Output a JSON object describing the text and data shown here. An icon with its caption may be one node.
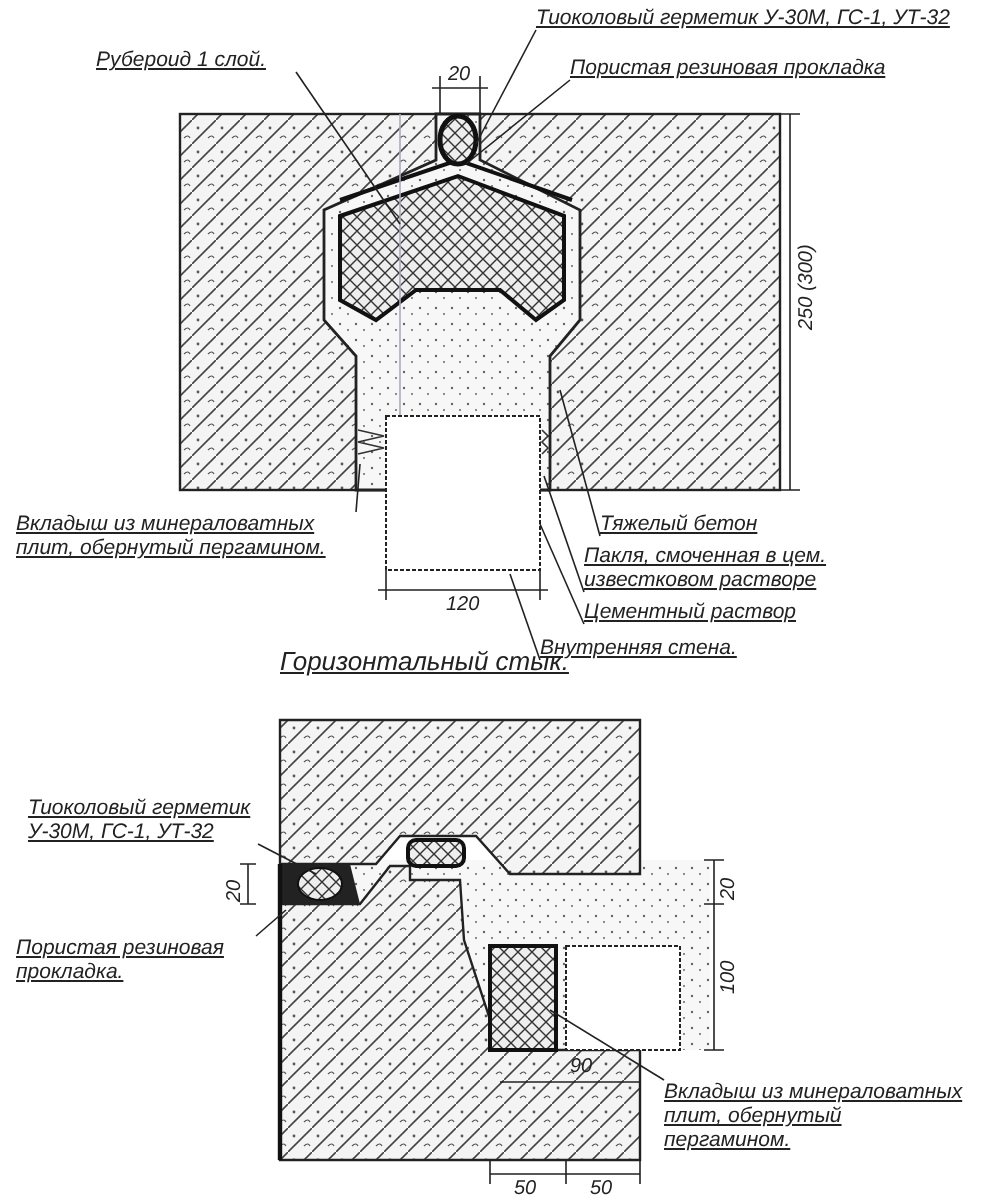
{
  "diagram": {
    "nodes": [
      {
        "text": [
          "Тиоколовый герметик У-30М, ГС-1, УТ-32"
        ]
      },
      {
        "text": [
          "Пористая резиновая прокладка"
        ]
      },
      {
        "text": [
          "Рубероид 1 слой."
        ]
      },
      {
        "text": [
          "Тяжелый бетон"
        ]
      },
      {
        "text": [
          "Вкладыш из минераловатных плит, обернутый пергамином."
        ]
      },
      {
        "text": [
          "Пакля, смоченная в цем. известковом растворе"
        ]
      },
      {
        "text": [
          "Цементный раствор"
        ]
      },
      {
        "text": [
          "Внутренняя стена."
        ]
      },
      {
        "text": [
          "Тиоколовый герметик У-30М, ГС-1, УТ-32"
        ]
      },
      {
        "text": [
          "Пористая резиновая прокладка."
        ]
      },
      {
        "text": [
          "Вкладыш из минераловатных плит, обернутый пергамином."
        ]
      }
    ],
    "edges": [
      {
        "from": 0,
        "to": null,
        "arrow": "none"
      },
      {
        "from": 1,
        "to": null,
        "arrow": "none"
      },
      {
        "from": 2,
        "to": null,
        "arrow": "none"
      },
      {
        "from": 3,
        "to": null,
        "arrow": "none"
      },
      {
        "from": 4,
        "to": null,
        "arrow": "none"
      },
      {
        "from": 5,
        "to": null,
        "arrow": "none"
      },
      {
        "from": 6,
        "to": null,
        "arrow": "none"
      },
      {
        "from": 7,
        "to": null,
        "arrow": "none"
      },
      {
        "from": 8,
        "to": null,
        "arrow": "none"
      },
      {
        "from": 9,
        "to": null,
        "arrow": "none"
      },
      {
        "from": 10,
        "to": null,
        "arrow": "none"
      }
    ],
    "labels": [
      "20",
      "250 (300)",
      "120",
      "Горизонтальный стык.",
      "20",
      "20",
      "100",
      "90",
      "50",
      "50"
    ]
  }
}
